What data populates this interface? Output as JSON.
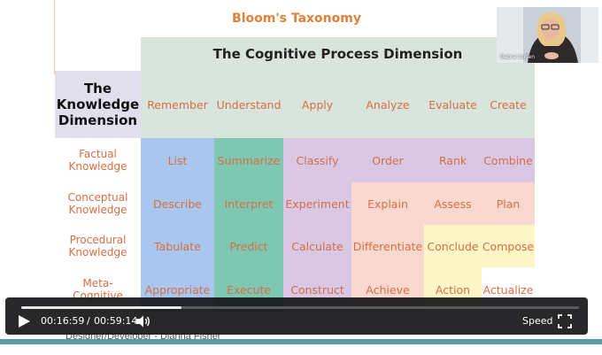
{
  "slide": {
    "title": "Bloom's Taxonomy",
    "cognitive_header": "The Cognitive Process Dimension",
    "knowledge_header": "The Knowledge Dimension",
    "columns": [
      "Remember",
      "Understand",
      "Apply",
      "Analyze",
      "Evaluate",
      "Create"
    ],
    "rows": [
      {
        "label": "Factual Knowledge",
        "cells": [
          "List",
          "Summarize",
          "Classify",
          "Order",
          "Rank",
          "Combine"
        ]
      },
      {
        "label": "Conceptual Knowledge",
        "cells": [
          "Describe",
          "Interpret",
          "Experiment",
          "Explain",
          "Assess",
          "Plan"
        ]
      },
      {
        "label": "Procedural Knowledge",
        "cells": [
          "Tabulate",
          "Predict",
          "Calculate",
          "Differentiate",
          "Conclude",
          "Compose"
        ]
      },
      {
        "label": "Meta-Cognitive",
        "cells": [
          "Appropriate",
          "Execute",
          "Construct",
          "Achieve",
          "Action",
          "Actualize"
        ]
      }
    ],
    "colors": {
      "remember": "#a9c6ef",
      "understand": "#7ec8b3",
      "apply": "#d9c7e4",
      "analyze_top": "#d9c7e4",
      "analyze_rest": "#f8d8cf",
      "evaluate_top": "#d9c7e4",
      "evaluate_mid": "#f8d8cf",
      "evaluate_rest": "#fff6c8",
      "create_top": "#d9c7e4",
      "create_mid": "#f8d8cf",
      "create_low": "#fff6c8",
      "create_last": "#ffffff",
      "header": "#d9e4dc",
      "knowledge": "#e2dfec",
      "accent_text": "#d86f43"
    },
    "footer": "Designer/Developer - Dianna Fisher"
  },
  "webcam": {
    "name": "Debra Cullen"
  },
  "player": {
    "current_time": "00:16:59",
    "separator": "/",
    "total_time": "00:59:14",
    "progress": 0.287,
    "speed_label": "Speed",
    "play_icon": "play-icon",
    "volume_icon": "volume-icon",
    "fullscreen_icon": "fullscreen-icon"
  }
}
